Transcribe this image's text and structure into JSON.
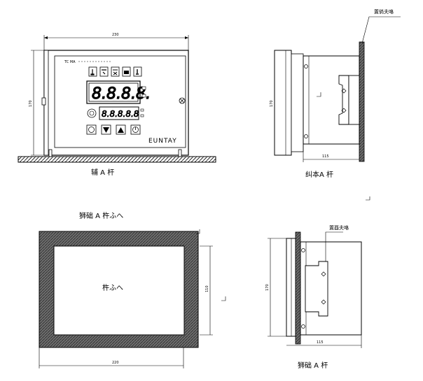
{
  "labels": {
    "front_view_caption": "辅 A 杆",
    "side_view_caption": "纠本A 杆",
    "cutout_title": "狮础 A 杵ふへ",
    "cutout_inner": "杵ふへ",
    "mount_view_caption": "狮础 A 杆",
    "bracket_label_top": "置倘夫咯",
    "bracket_label_bottom": "置酉夫咯"
  },
  "dimensions": {
    "front_width": "230",
    "front_height": "170",
    "side_height": "170",
    "side_depth": "115",
    "cutout_width": "220",
    "cutout_height": "110",
    "mount_height": "170",
    "mount_depth": "115"
  },
  "panel": {
    "brand": "EUNTAY",
    "model_text": "TC  MA",
    "display_top": "8.8.8.8.",
    "display_bottom": "8.8.8.8.8"
  },
  "icons": [
    "thermometer-icon",
    "fan-icon",
    "defrost-icon",
    "hand-icon",
    "alarm-icon"
  ],
  "buttons": [
    "set-button",
    "down-arrow-button",
    "up-arrow-button",
    "power-button"
  ],
  "colors": {
    "line": "#000000",
    "hatch": "#555555",
    "background": "#ffffff"
  }
}
